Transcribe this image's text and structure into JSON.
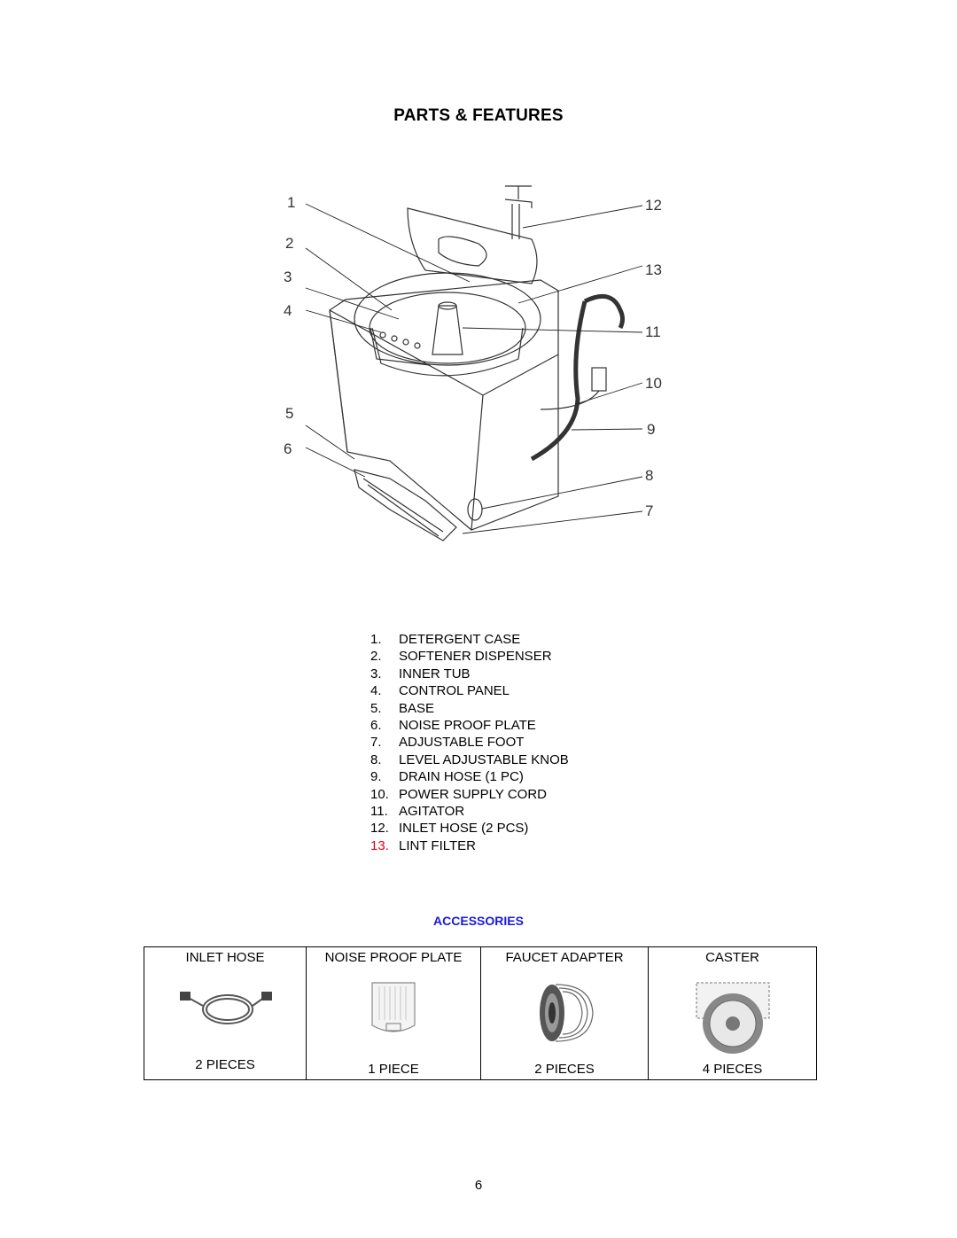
{
  "title": "PARTS & FEATURES",
  "callouts": [
    "1",
    "2",
    "3",
    "4",
    "5",
    "6",
    "7",
    "8",
    "9",
    "10",
    "11",
    "12",
    "13"
  ],
  "parts": [
    {
      "num": "1.",
      "label": "DETERGENT CASE"
    },
    {
      "num": "2.",
      "label": "SOFTENER DISPENSER"
    },
    {
      "num": "3.",
      "label": "INNER TUB"
    },
    {
      "num": "4.",
      "label": "CONTROL PANEL"
    },
    {
      "num": "5.",
      "label": "BASE"
    },
    {
      "num": "6.",
      "label": "NOISE PROOF PLATE"
    },
    {
      "num": "7.",
      "label": "ADJUSTABLE FOOT"
    },
    {
      "num": "8.",
      "label": "LEVEL ADJUSTABLE KNOB"
    },
    {
      "num": "9.",
      "label": "DRAIN HOSE (1 PC)"
    },
    {
      "num": "10.",
      "label": "POWER SUPPLY CORD"
    },
    {
      "num": "11.",
      "label": "AGITATOR"
    },
    {
      "num": "12.",
      "label": "INLET HOSE (2 PCS)"
    },
    {
      "num": "13.",
      "label": "LINT FILTER"
    }
  ],
  "accessories_title": "ACCESSORIES",
  "accessories": [
    {
      "name": "INLET HOSE",
      "qty": "2 PIECES"
    },
    {
      "name": "NOISE PROOF PLATE",
      "qty": "1 PIECE"
    },
    {
      "name": "FAUCET ADAPTER",
      "qty": "2 PIECES"
    },
    {
      "name": "CASTER",
      "qty": "4 PIECES"
    }
  ],
  "page_number": "6",
  "colors": {
    "highlight": "#e0001a",
    "accessories_title": "#1a1adc"
  }
}
